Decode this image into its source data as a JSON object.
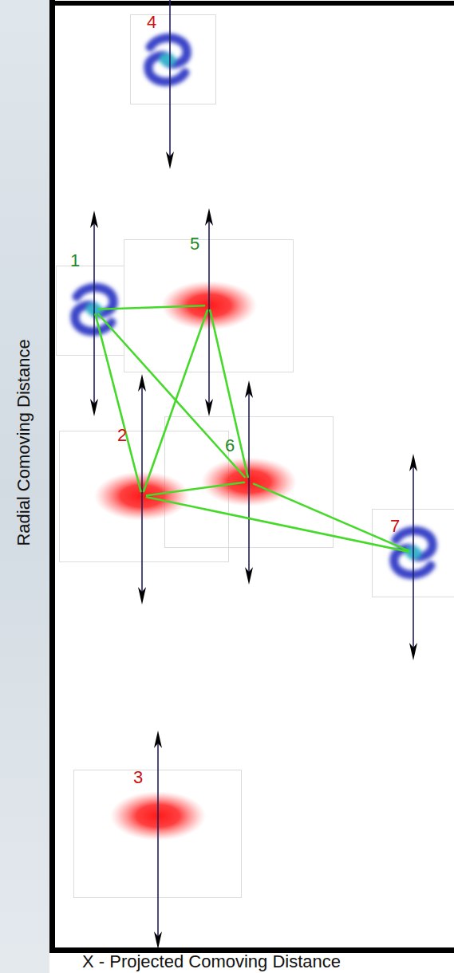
{
  "diagram": {
    "nodes": [
      {
        "text": [
          "4"
        ]
      },
      {
        "text": [
          "1"
        ]
      },
      {
        "text": [
          "5"
        ]
      },
      {
        "text": [
          "2"
        ]
      },
      {
        "text": [
          "6"
        ]
      },
      {
        "text": [
          "7"
        ]
      },
      {
        "text": [
          "3"
        ]
      }
    ],
    "edges": [
      {
        "from": 1,
        "to": 2,
        "arrow": "none"
      },
      {
        "from": 1,
        "to": 3,
        "arrow": "none"
      },
      {
        "from": 1,
        "to": 4,
        "arrow": "none"
      },
      {
        "from": 2,
        "to": 3,
        "arrow": "none"
      },
      {
        "from": 2,
        "to": 4,
        "arrow": "none"
      },
      {
        "from": 3,
        "to": 4,
        "arrow": "none"
      },
      {
        "from": 3,
        "to": 5,
        "arrow": "none"
      },
      {
        "from": 4,
        "to": 5,
        "arrow": "none"
      }
    ],
    "labels": [
      "Radial Comoving Distance",
      "X - Projected Comoving Distance"
    ]
  }
}
